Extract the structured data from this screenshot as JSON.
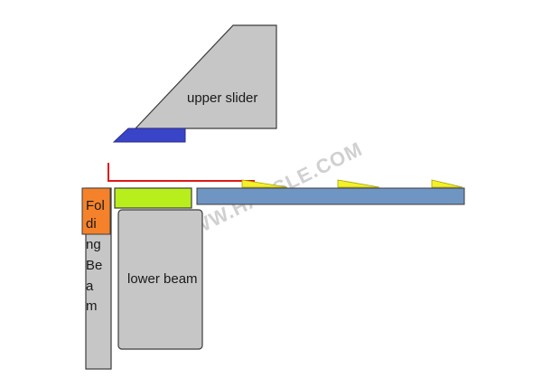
{
  "labels": {
    "upper_slider": "upper slider",
    "lower_beam": "lower beam",
    "folding_beam_lines": [
      "Fol",
      "di",
      "ng",
      "Be",
      "a",
      "m"
    ]
  },
  "watermark": "WWW.HARSLE.COM",
  "colors": {
    "gray_fill": "#c6c6c6",
    "outline": "#3c3c3c",
    "blue_clamp": "#3a44c8",
    "green_pad": "#b9ee1d",
    "orange_block": "#f5822a",
    "sheet_blue": "#6f95c2",
    "red_gauge": "#e01818",
    "yellow_finger": "#f4f02a"
  }
}
